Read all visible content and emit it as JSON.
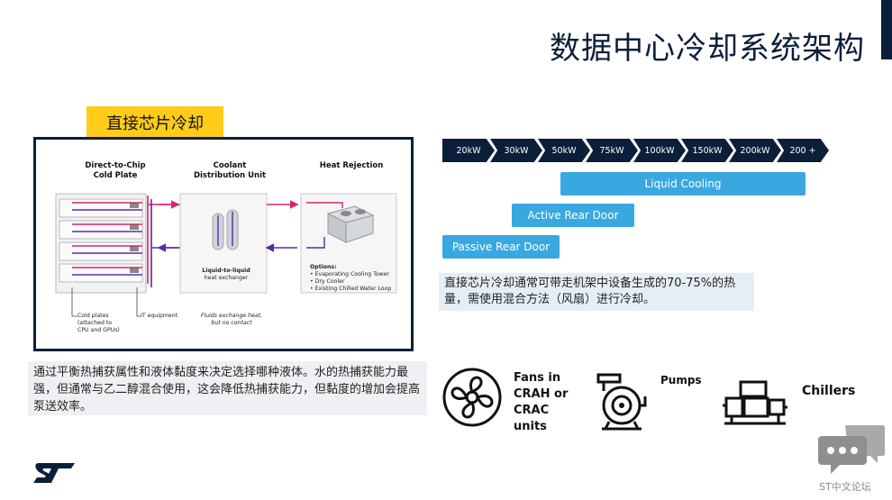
{
  "slide": {
    "title": "数据中心冷却系统架构"
  },
  "section_tag": "直接芯片冷却",
  "diagram": {
    "col1_title_l1": "Direct-to-Chip",
    "col1_title_l2": "Cold Plate",
    "col2_title_l1": "Coolant",
    "col2_title_l2": "Distribution Unit",
    "col3_title": "Heat Rejection",
    "hx_l1": "Liquid-to-liquid",
    "hx_l2": "heat exchanger",
    "options_title": "Options:",
    "options": [
      "Evaporating Cooling Tower",
      "Dry Cooler",
      "Existing Chilled Water Loop"
    ],
    "callout_cold_plates_l1": "Cold plates",
    "callout_cold_plates_l2": "(attached to",
    "callout_cold_plates_l3": "CPU and GPUs)",
    "callout_it": "IT equipment",
    "fluids_l1": "Fluids exchange heat,",
    "fluids_l2": "but no contact"
  },
  "desc_left": "通过平衡热捕获属性和液体黏度来决定选择哪种液体。水的热捕获能力最强，但通常与乙二醇混合使用，这会降低热捕获能力，但黏度的增加会提高泵送效率。",
  "kw_scale": [
    "20kW",
    "30kW",
    "50kW",
    "75kW",
    "100kW",
    "150kW",
    "200kW",
    "200 +"
  ],
  "range_bars": {
    "liquid": "Liquid Cooling",
    "active": "Active Rear Door",
    "passive": "Passive Rear Door"
  },
  "desc_right": "直接芯片冷却通常可带走机架中设备生成的70-75%的热量，需使用混合方法（风扇）进行冷却。",
  "equipment": {
    "fans_l1": "Fans in",
    "fans_l2": "CRAH or",
    "fans_l3": "CRAC",
    "fans_l4": "units",
    "pumps": "Pumps",
    "chillers": "Chillers"
  },
  "footer": {
    "forum": "ST中文论坛"
  },
  "colors": {
    "navy": "#0b1f3a",
    "yellow": "#ffcc1a",
    "blue": "#3aa8e0",
    "pink": "#d6246e",
    "purple": "#5a2ca0"
  }
}
